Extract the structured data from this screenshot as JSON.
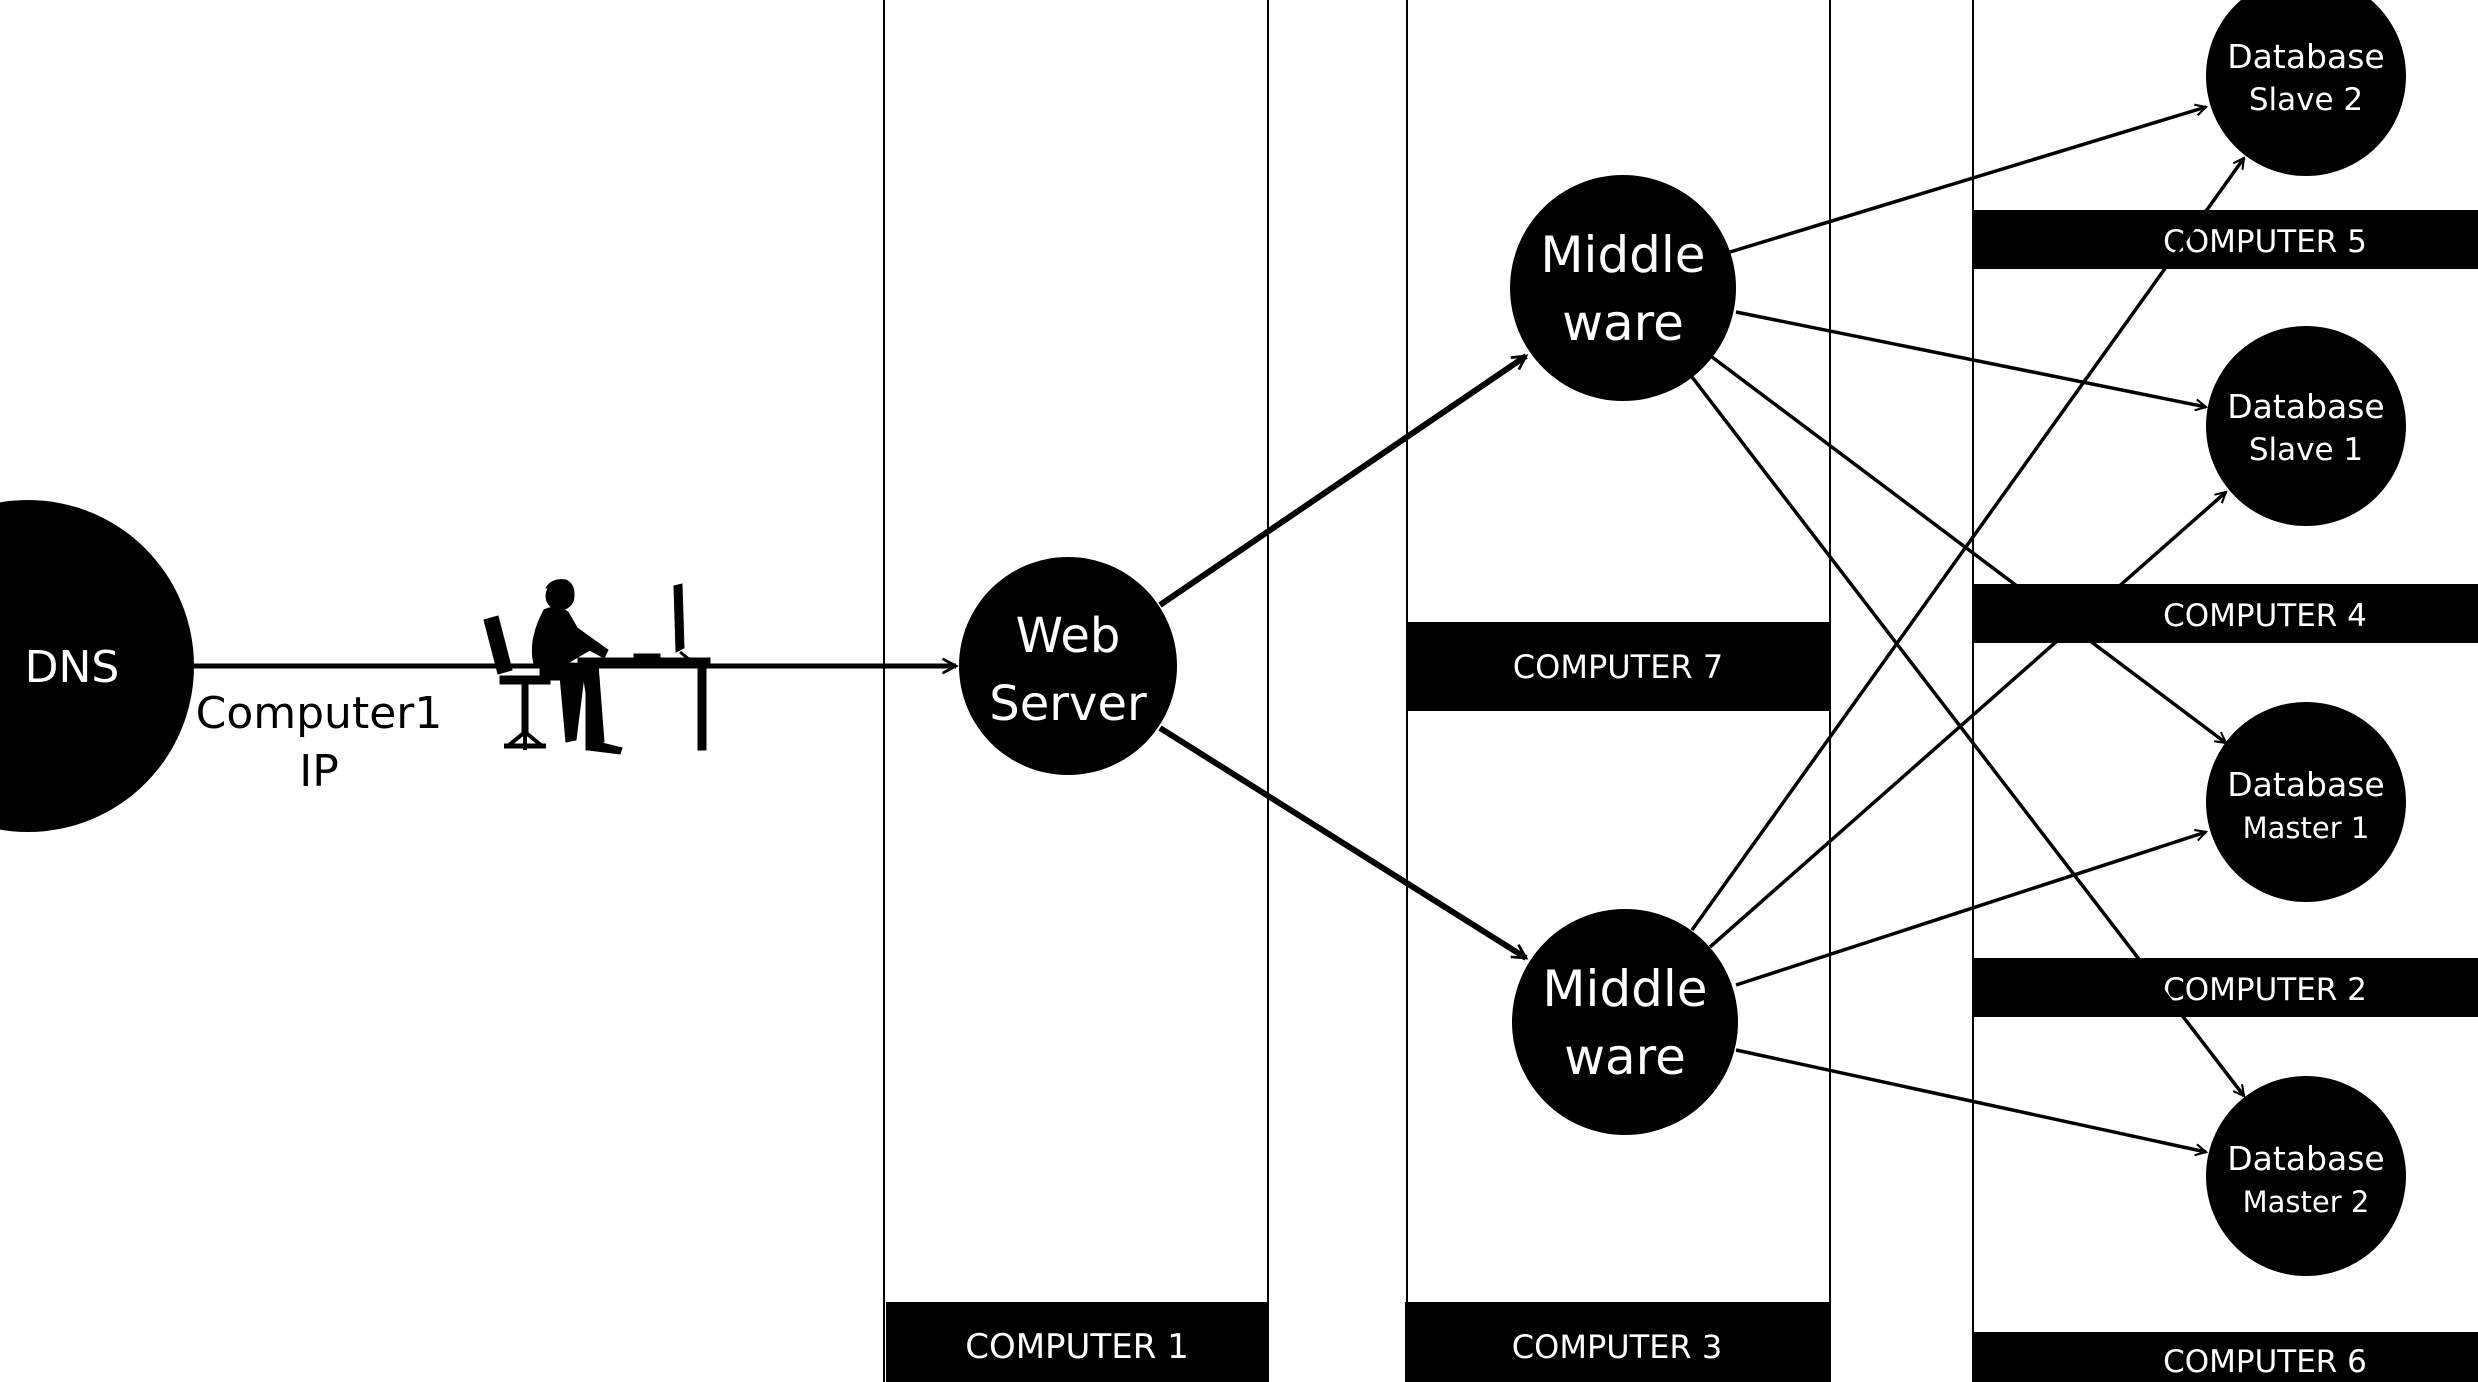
{
  "colors": {
    "background": "#ffffff",
    "ink": "#000000",
    "node_text": "#ffffff"
  },
  "nodes": {
    "dns": {
      "label": "DNS"
    },
    "web_server": {
      "line1": "Web",
      "line2": "Server"
    },
    "middleware_top": {
      "line1": "Middle",
      "line2": "ware"
    },
    "middleware_bottom": {
      "line1": "Middle",
      "line2": "ware"
    },
    "db_slave_2": {
      "line1": "Database",
      "line2": "Slave 2"
    },
    "db_slave_1": {
      "line1": "Database",
      "line2": "Slave 1"
    },
    "db_master_1": {
      "line1": "Database",
      "line2": "Master 1"
    },
    "db_master_2": {
      "line1": "Database",
      "line2": "Master 2"
    }
  },
  "edge_label": {
    "line1": "Computer1",
    "line2": "IP"
  },
  "icons": {
    "user": "person-at-computer-icon"
  },
  "computers": {
    "c1": "COMPUTER 1",
    "c2": "COMPUTER 2",
    "c3": "COMPUTER 3",
    "c4": "COMPUTER 4",
    "c5": "COMPUTER 5",
    "c6": "COMPUTER 6",
    "c7": "COMPUTER 7"
  }
}
